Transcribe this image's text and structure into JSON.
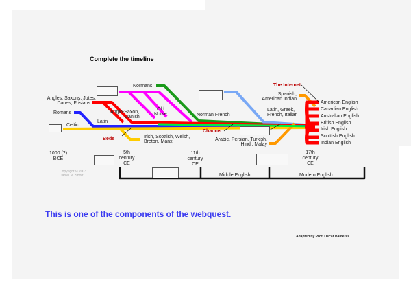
{
  "title": "Complete the timeline",
  "labels": {
    "normans": "Normans",
    "angles": "Angles, Saxons, Jutes,",
    "danes": "Danes, Frisians",
    "romans": "Romans",
    "celtic": "Celtic",
    "latin": "Latin",
    "anglo1": "Anglo-Saxon,",
    "anglo2": "Danish",
    "norse1": "Old",
    "norse2": "Norse",
    "norman_french": "Norman French",
    "bede": "Bede",
    "irish1": "Irish, Scottish, Welsh,",
    "irish2": "Breton, Manx",
    "chaucer": "Chaucer",
    "arabic1": "Arabic, Persian, Turkish,",
    "arabic2": "Hindi, Malay",
    "latin_greek1": "Latin, Greek,",
    "latin_greek2": "French, Italian",
    "spanish1": "Spanish,",
    "spanish2": "American Indian",
    "internet": "The Internet"
  },
  "englishes": [
    "American English",
    "Canadian English",
    "Australian English",
    "British English",
    "Irish English",
    "Scottish English",
    "Indian English"
  ],
  "times": {
    "t1a": "1000 (?)",
    "t1b": "BCE",
    "t2a": "5th",
    "t2b": "century",
    "t2c": "CE",
    "t3a": "11th",
    "t3b": "century",
    "t3c": "CE",
    "t4a": "17th",
    "t4b": "century",
    "t4c": "CE"
  },
  "periods": {
    "middle": "Middle English",
    "modern": "Modern English"
  },
  "copyright1": "Copyright © 2003",
  "copyright2": "Daniel M. Short",
  "note": "This is one of the components of the webquest.",
  "adapted": "Adapted by Prof. Oscar Balderas"
}
